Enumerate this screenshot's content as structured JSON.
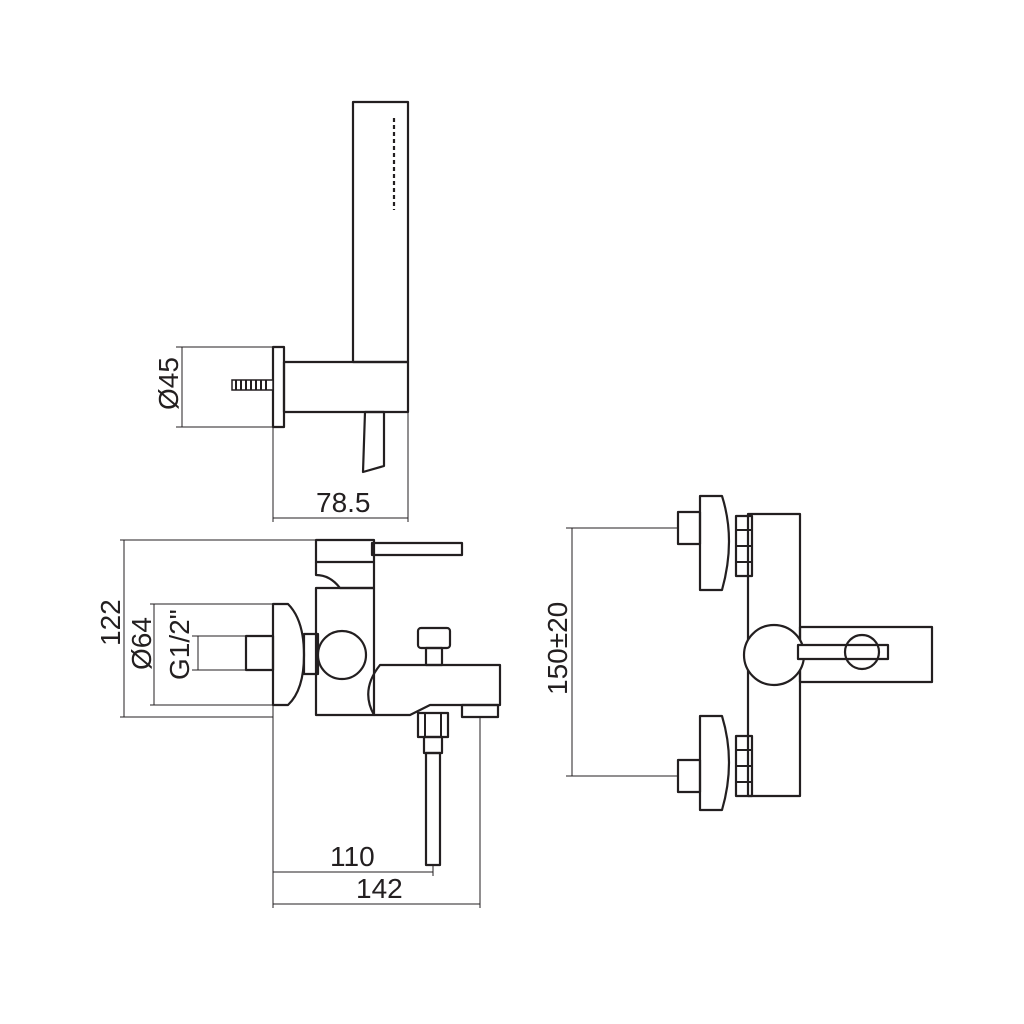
{
  "dimensions": {
    "diameter_wall_holder": "Ø45",
    "holder_depth": "78.5",
    "overall_height": "122",
    "diameter_flange": "Ø64",
    "thread": "G1/2\"",
    "spout_offset": "110",
    "overall_depth": "142",
    "center_distance": "150±20"
  }
}
